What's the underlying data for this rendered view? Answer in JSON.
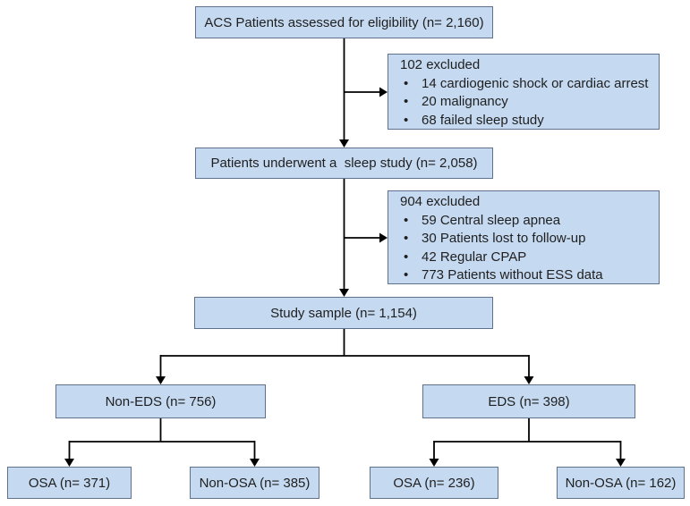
{
  "ui": {
    "bullet": "•"
  },
  "diagram": {
    "fill": "#c5d9f1",
    "boxes": {
      "eligibility": "ACS Patients assessed for eligibility (n= 2,160)",
      "sleep_study": "Patients underwent a  sleep study (n= 2,058)",
      "study_sample": "Study sample (n= 1,154)",
      "non_eds": "Non-EDS (n= 756)",
      "eds": "EDS (n= 398)",
      "non_eds_osa": "OSA (n= 371)",
      "non_eds_non_osa": "Non-OSA (n= 385)",
      "eds_osa": "OSA (n= 236)",
      "eds_non_osa": "Non-OSA (n= 162)"
    },
    "excluded_1": {
      "title": "102 excluded",
      "items": [
        "14 cardiogenic shock or cardiac arrest",
        "20 malignancy",
        "68 failed sleep study"
      ]
    },
    "excluded_2": {
      "title": "904 excluded",
      "items": [
        "59 Central sleep apnea",
        "30 Patients lost to follow-up",
        "42 Regular CPAP",
        "773 Patients without ESS data"
      ]
    }
  }
}
